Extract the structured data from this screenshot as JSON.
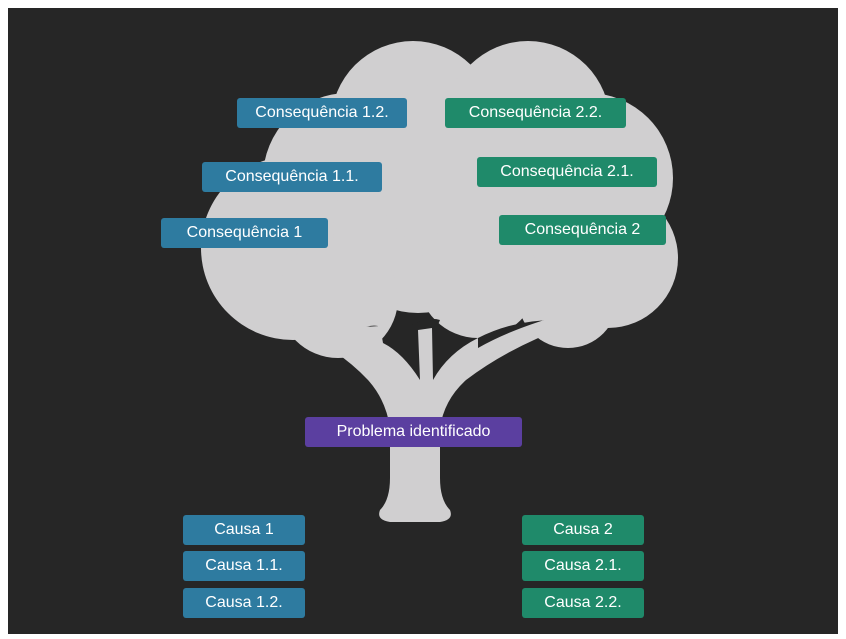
{
  "colors": {
    "background": "#262626",
    "tree": "#d0cfd0",
    "blue": "#2e7ba0",
    "green": "#1f8a6a",
    "purple": "#5b3fa0",
    "text": "#ffffff"
  },
  "consequences": {
    "left": {
      "c1": "Consequência 1",
      "c1_1": "Consequência 1.1.",
      "c1_2": "Consequência 1.2."
    },
    "right": {
      "c2": "Consequência 2",
      "c2_1": "Consequência 2.1.",
      "c2_2": "Consequência 2.2."
    }
  },
  "problem": "Problema identificado",
  "causes": {
    "left": {
      "k1": "Causa 1",
      "k1_1": "Causa 1.1.",
      "k1_2": "Causa 1.2."
    },
    "right": {
      "k2": "Causa 2",
      "k2_1": "Causa 2.1.",
      "k2_2": "Causa 2.2."
    }
  }
}
